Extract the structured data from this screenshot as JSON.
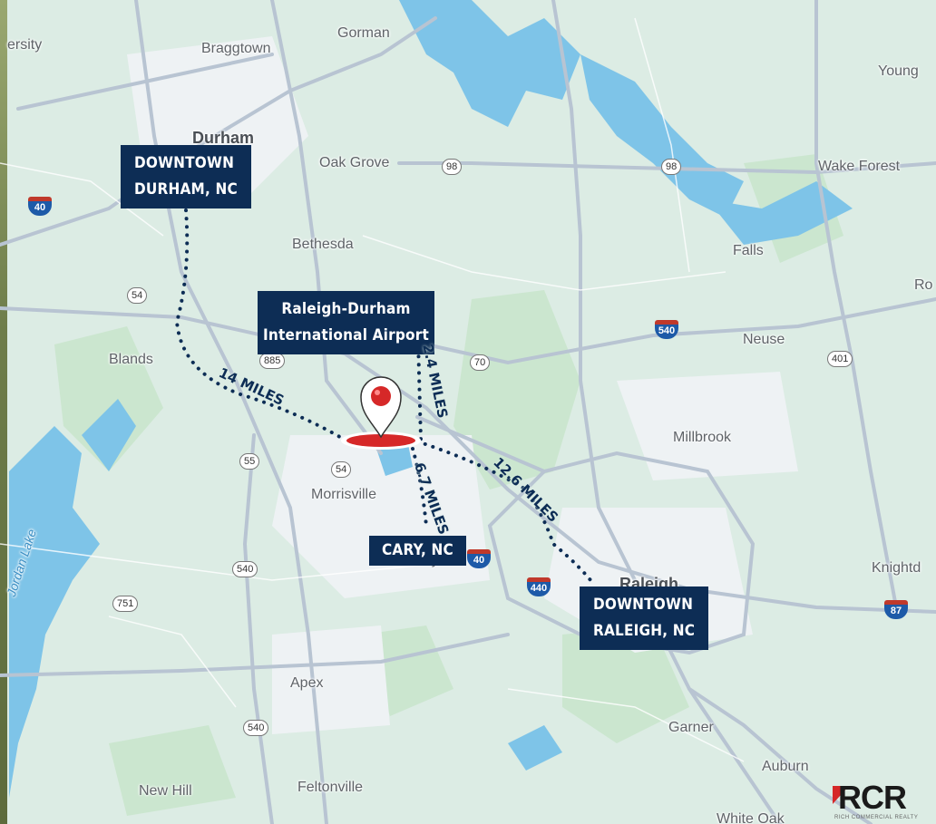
{
  "places": {
    "ersity": "ersity",
    "gorman": "Gorman",
    "braggtown": "Braggtown",
    "young": "Young",
    "durham": "Durham",
    "oak_grove": "Oak Grove",
    "wake_forest": "Wake Forest",
    "bethesda": "Bethesda",
    "falls": "Falls",
    "r_edge": "Ro",
    "blands": "Blands",
    "neuse": "Neuse",
    "millbrook": "Millbrook",
    "morrisville": "Morrisville",
    "cary": "Cary",
    "raleigh": "Raleigh",
    "knightdale": "Knightd",
    "jordan_lake": "Jordan Lake",
    "apex": "Apex",
    "garner": "Garner",
    "auburn": "Auburn",
    "new_hill": "New Hill",
    "feltonville": "Feltonville",
    "white_oak": "White Oak"
  },
  "shields": {
    "r98a": "98",
    "r98b": "98",
    "r54a": "54",
    "r54b": "54",
    "r885": "885",
    "r70": "70",
    "r401": "401",
    "r55": "55",
    "r540a": "540",
    "r540b": "540",
    "r751": "751",
    "i40a": "40",
    "i40b": "40",
    "i540": "540",
    "i440": "440",
    "i87": "87"
  },
  "labels": {
    "durham_line1": "DOWNTOWN",
    "durham_line2": "DURHAM, NC",
    "airport_line1": "Raleigh-Durham",
    "airport_line2": "International Airport",
    "cary": "CARY, NC",
    "raleigh_line1": "DOWNTOWN",
    "raleigh_line2": "RALEIGH, NC"
  },
  "distances": {
    "durham": "14 MILES",
    "airport": "2.4 MILES",
    "cary": "6.7 MILES",
    "raleigh": "12.6 MILES"
  },
  "logo": {
    "text": "RCR",
    "sub": "RICH COMMERCIAL REALTY"
  },
  "colors": {
    "label_bg": "#0d2d55",
    "pin": "#d62828",
    "water": "#7ec4e8",
    "park": "#c8e6c9"
  }
}
